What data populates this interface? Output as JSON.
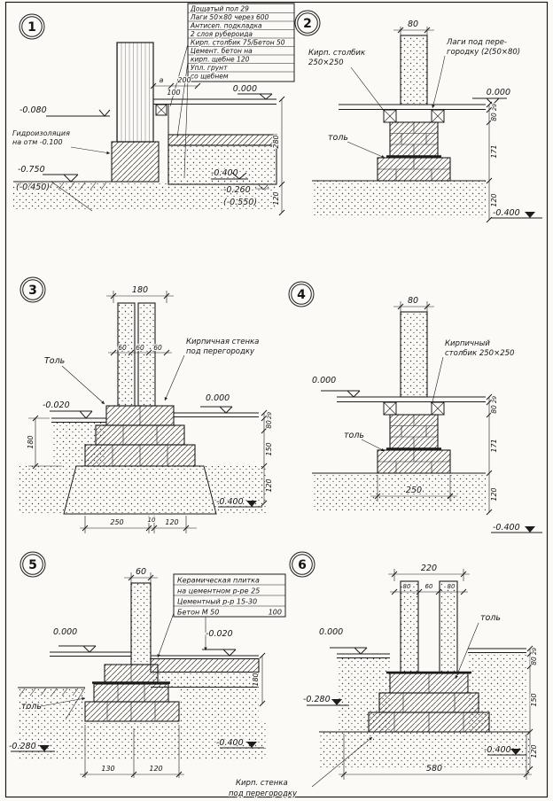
{
  "page": {
    "background": "#fbfaf7",
    "ink": "#1c1c1c"
  },
  "d1": {
    "num": "1",
    "notes": [
      "Дощатый пол 29",
      "Лаги 50×80 через 600",
      "Антисеп. подкладка",
      "2 слоя рубероида",
      "Кирп. столбик 75/Бетон 50",
      "Цемент. бетон на",
      "кирп. щебне 120",
      "Упл. грунт",
      "со щебнем"
    ],
    "elev_left": "-0.080",
    "hydro_line1": "Гидроизоляция",
    "hydro_line2": "на отм -0.100",
    "elev_ground": "-0.750",
    "elev_ground_alt": "(-0.450)",
    "dim_a": "a",
    "dim_200": "200",
    "dim_100": "100",
    "elev_top": "0.000",
    "dim_280": "280",
    "dim_120": "120",
    "elev_mid": "-0.400",
    "elev_low": "-0.260",
    "elev_low_alt": "(-0.550)"
  },
  "d2": {
    "num": "2",
    "dim_top": "80",
    "label_lagi_1": "Лаги под пере-",
    "label_lagi_2": "городку (2(50×80)",
    "label_stolbik_1": "Кирп. столбик",
    "label_stolbik_2": "250×250",
    "label_tol": "толь",
    "elev_top": "0.000",
    "dims_right": [
      "29",
      "80",
      "171",
      "120"
    ],
    "elev_bottom": "-0.400"
  },
  "d3": {
    "num": "3",
    "dim_top": "180",
    "dims_inner": [
      "60",
      "60",
      "60"
    ],
    "label_wall_1": "Кирпичная стенка",
    "label_wall_2": "под перегородку",
    "label_tol": "Толь",
    "elev_left": "-0.020",
    "elev_top": "0.000",
    "dim_left": "180",
    "dims_right": [
      "29",
      "80",
      "150",
      "120"
    ],
    "elev_bottom": "-0.400",
    "dims_bottom": [
      "250",
      "10",
      "120"
    ]
  },
  "d4": {
    "num": "4",
    "dim_top": "80",
    "label_stolbik_1": "Кирпичный",
    "label_stolbik_2": "столбик 250×250",
    "label_tol": "толь",
    "elev_top": "0.000",
    "dims_right": [
      "29",
      "80",
      "171",
      "120"
    ],
    "dim_bottom": "250",
    "elev_bottom": "-0.400"
  },
  "d5": {
    "num": "5",
    "dim_top": "60",
    "notes": [
      "Керамическая плитка",
      "на цементном р-ре 25",
      "Цементный р-р 15-30",
      "Бетон М 50"
    ],
    "note_val": "100",
    "elev_top": "0.000",
    "elev_tile": "-0.020",
    "label_tol": "толь",
    "elev_left": "-0.280",
    "dim_right": "180",
    "elev_bottom": "-0.400",
    "dims_bottom": [
      "130",
      "120"
    ]
  },
  "d6": {
    "num": "6",
    "dim_top": "220",
    "dims_inner": [
      "80",
      "60",
      "80"
    ],
    "label_tol": "толь",
    "elev_top": "0.000",
    "elev_left": "-0.280",
    "dims_right": [
      "29",
      "80",
      "150",
      "120"
    ],
    "dim_bottom": "580",
    "elev_bottom": "-0.400",
    "label_wall_1": "Кирп. стенка",
    "label_wall_2": "под перегородку"
  }
}
